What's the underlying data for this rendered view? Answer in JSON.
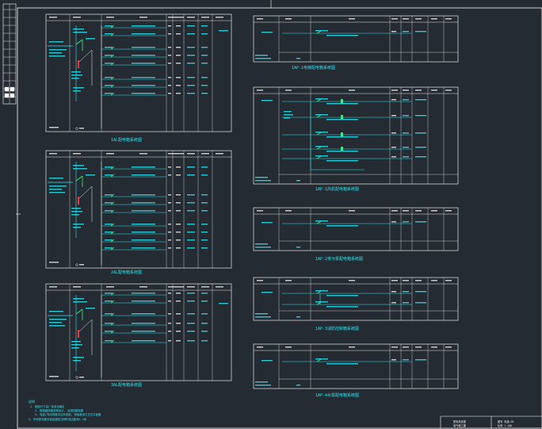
{
  "colors": {
    "background": "#252b33",
    "frame": "#ffffff",
    "line": "#e8e8e8",
    "text": "#f0f0f0",
    "cyan": "#2fe6f0",
    "green": "#3cf07a",
    "red": "#ff3030",
    "yellow": "#f0e040"
  },
  "drawing": {
    "notes_heading": "说明",
    "notes": [
      "1. 箱柜尺寸由厂家深化确定",
      "2. 断路器规格参照设计, 出线回路按图",
      "3. 电缆/导线规格详见系统图, 穿管敷设方式见平面图",
      "4. 所有配电箱安装高度除注明外底边距地1.5米"
    ],
    "title_block": [
      {
        "line1": "配电系统图",
        "line2": "电气施工图"
      },
      {
        "line1": "图号 电施-05",
        "line2": "比例 1:100"
      }
    ]
  },
  "panels": {
    "p1": {
      "title": "1AL配电箱系统图"
    },
    "p2": {
      "title": "2AL配电箱系统图"
    },
    "p3": {
      "title": "3AL配电箱系统图"
    },
    "p4": {
      "title": "1AP-1电梯配电箱系统图"
    },
    "p5": {
      "title": "1AP-1风机配电箱系统图"
    },
    "p6": {
      "title": "1AP-2排污泵配电箱系统图"
    },
    "p7": {
      "title": "1AP-3消防控制箱系统图"
    },
    "p8": {
      "title": "1AP-4水泵配电箱系统图"
    }
  }
}
